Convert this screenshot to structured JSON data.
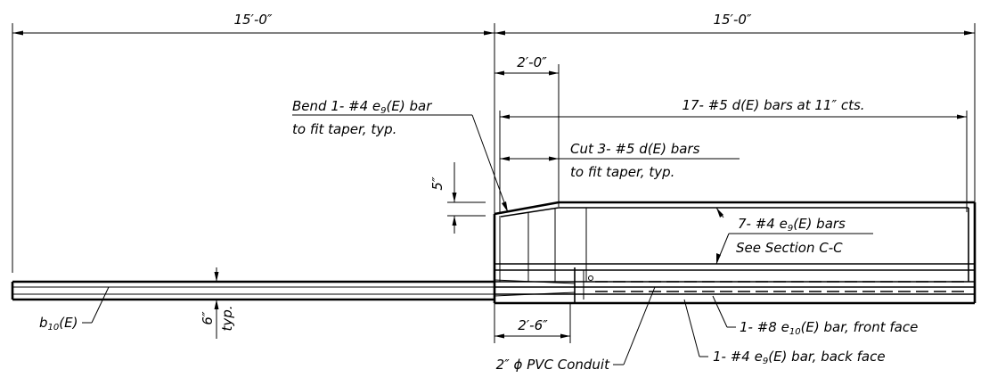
{
  "dimensions": {
    "left_span": "15′-0″",
    "right_span": "15′-0″",
    "top_offset": "2′-0″",
    "bottom_offset": "2′-6″",
    "taper_rise": "5″",
    "slab_thickness": "6″",
    "slab_thickness_note": "typ."
  },
  "notes": {
    "d_bars": "17- #5 d(E) bars at 11″ cts.",
    "bend_line1": "Bend 1- #4 e",
    "bend_sub": "9",
    "bend_rest": "(E) bar",
    "bend_line2": "to fit taper, typ.",
    "cut_line1": "Cut 3- #5 d(E) bars",
    "cut_line2": "to fit taper, typ.",
    "e9_count": "7- #4 e",
    "e9_sub": "9",
    "e9_rest": "(E) bars",
    "e9_see": "See Section C-C",
    "b10_main": "b",
    "b10_sub": "10",
    "b10_rest": "(E)",
    "e10_main": "1- #8 e",
    "e10_sub": "10",
    "e10_rest": "(E) bar, front face",
    "back_main": "1- #4 e",
    "back_sub": "9",
    "back_rest": "(E) bar, back face",
    "conduit": "2″ ϕ PVC Conduit"
  }
}
